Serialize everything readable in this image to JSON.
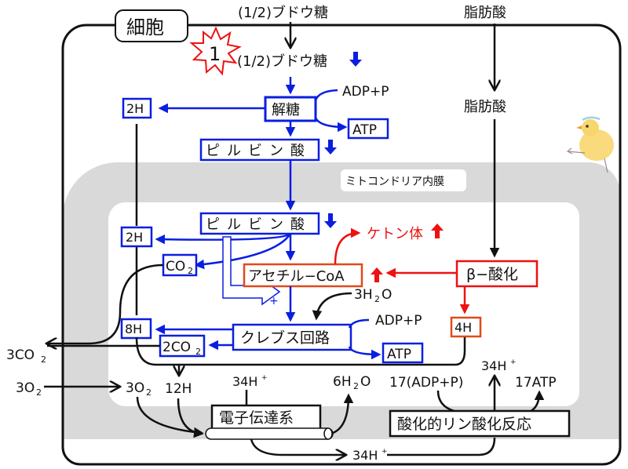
{
  "title_label": "細胞",
  "badge_number": "1",
  "membrane_label": "ミトコンドリア内膜",
  "colors": {
    "blue": "#0a1ee0",
    "red": "#ee1111",
    "orange_border": "#e04a1a",
    "membrane_gray": "#d9d9d9",
    "black": "#111111"
  },
  "glucose": {
    "external": "(1/2)ブドウ糖",
    "internal": "(1/2)ブドウ糖",
    "trend": "down"
  },
  "fatty_acid": {
    "external": "脂肪酸",
    "internal": "脂肪酸"
  },
  "glycolysis": {
    "label": "解糖",
    "input": "ADP+P",
    "output": "ATP",
    "hydrogen": "2H"
  },
  "pyruvate_cytosol": {
    "label": "ピルビン酸",
    "trend": "down"
  },
  "pyruvate_mito": {
    "label": "ピルビン酸",
    "trend": "down",
    "hydrogen": "2H",
    "co2_main": "CO",
    "co2_sub": "2"
  },
  "acetyl_coa": {
    "label": "アセチル−CoA",
    "trend": "up"
  },
  "ketone": {
    "label": "ケトン体",
    "trend": "up"
  },
  "beta_oxidation": {
    "label": "β−酸化",
    "hydrogen": "4H"
  },
  "krebs": {
    "label": "クレブス回路",
    "water_main": "3H",
    "water_sub": "2",
    "water_tail": "O",
    "input": "ADP+P",
    "output": "ATP",
    "hydrogen": "8H",
    "co2_main": "2CO",
    "co2_sub": "2"
  },
  "outputs": {
    "co2_main": "3CO",
    "co2_sub": "2",
    "o2_in_main": "3O",
    "o2_in_sub": "2",
    "o2_main": "3O",
    "o2_sub": "2",
    "hydrogen_total": "12H"
  },
  "etc": {
    "label": "電子伝達系",
    "proton_in": "34H",
    "proton_sup": "+",
    "water_main": "6H",
    "water_sub": "2",
    "water_tail": "O",
    "proton_out": "34H",
    "proton_out_sup": "+"
  },
  "oxphos": {
    "label": "酸化的リン酸化反応",
    "input": "17(ADP+P)",
    "proton": "34H",
    "proton_sup": "+",
    "output": "17ATP"
  }
}
